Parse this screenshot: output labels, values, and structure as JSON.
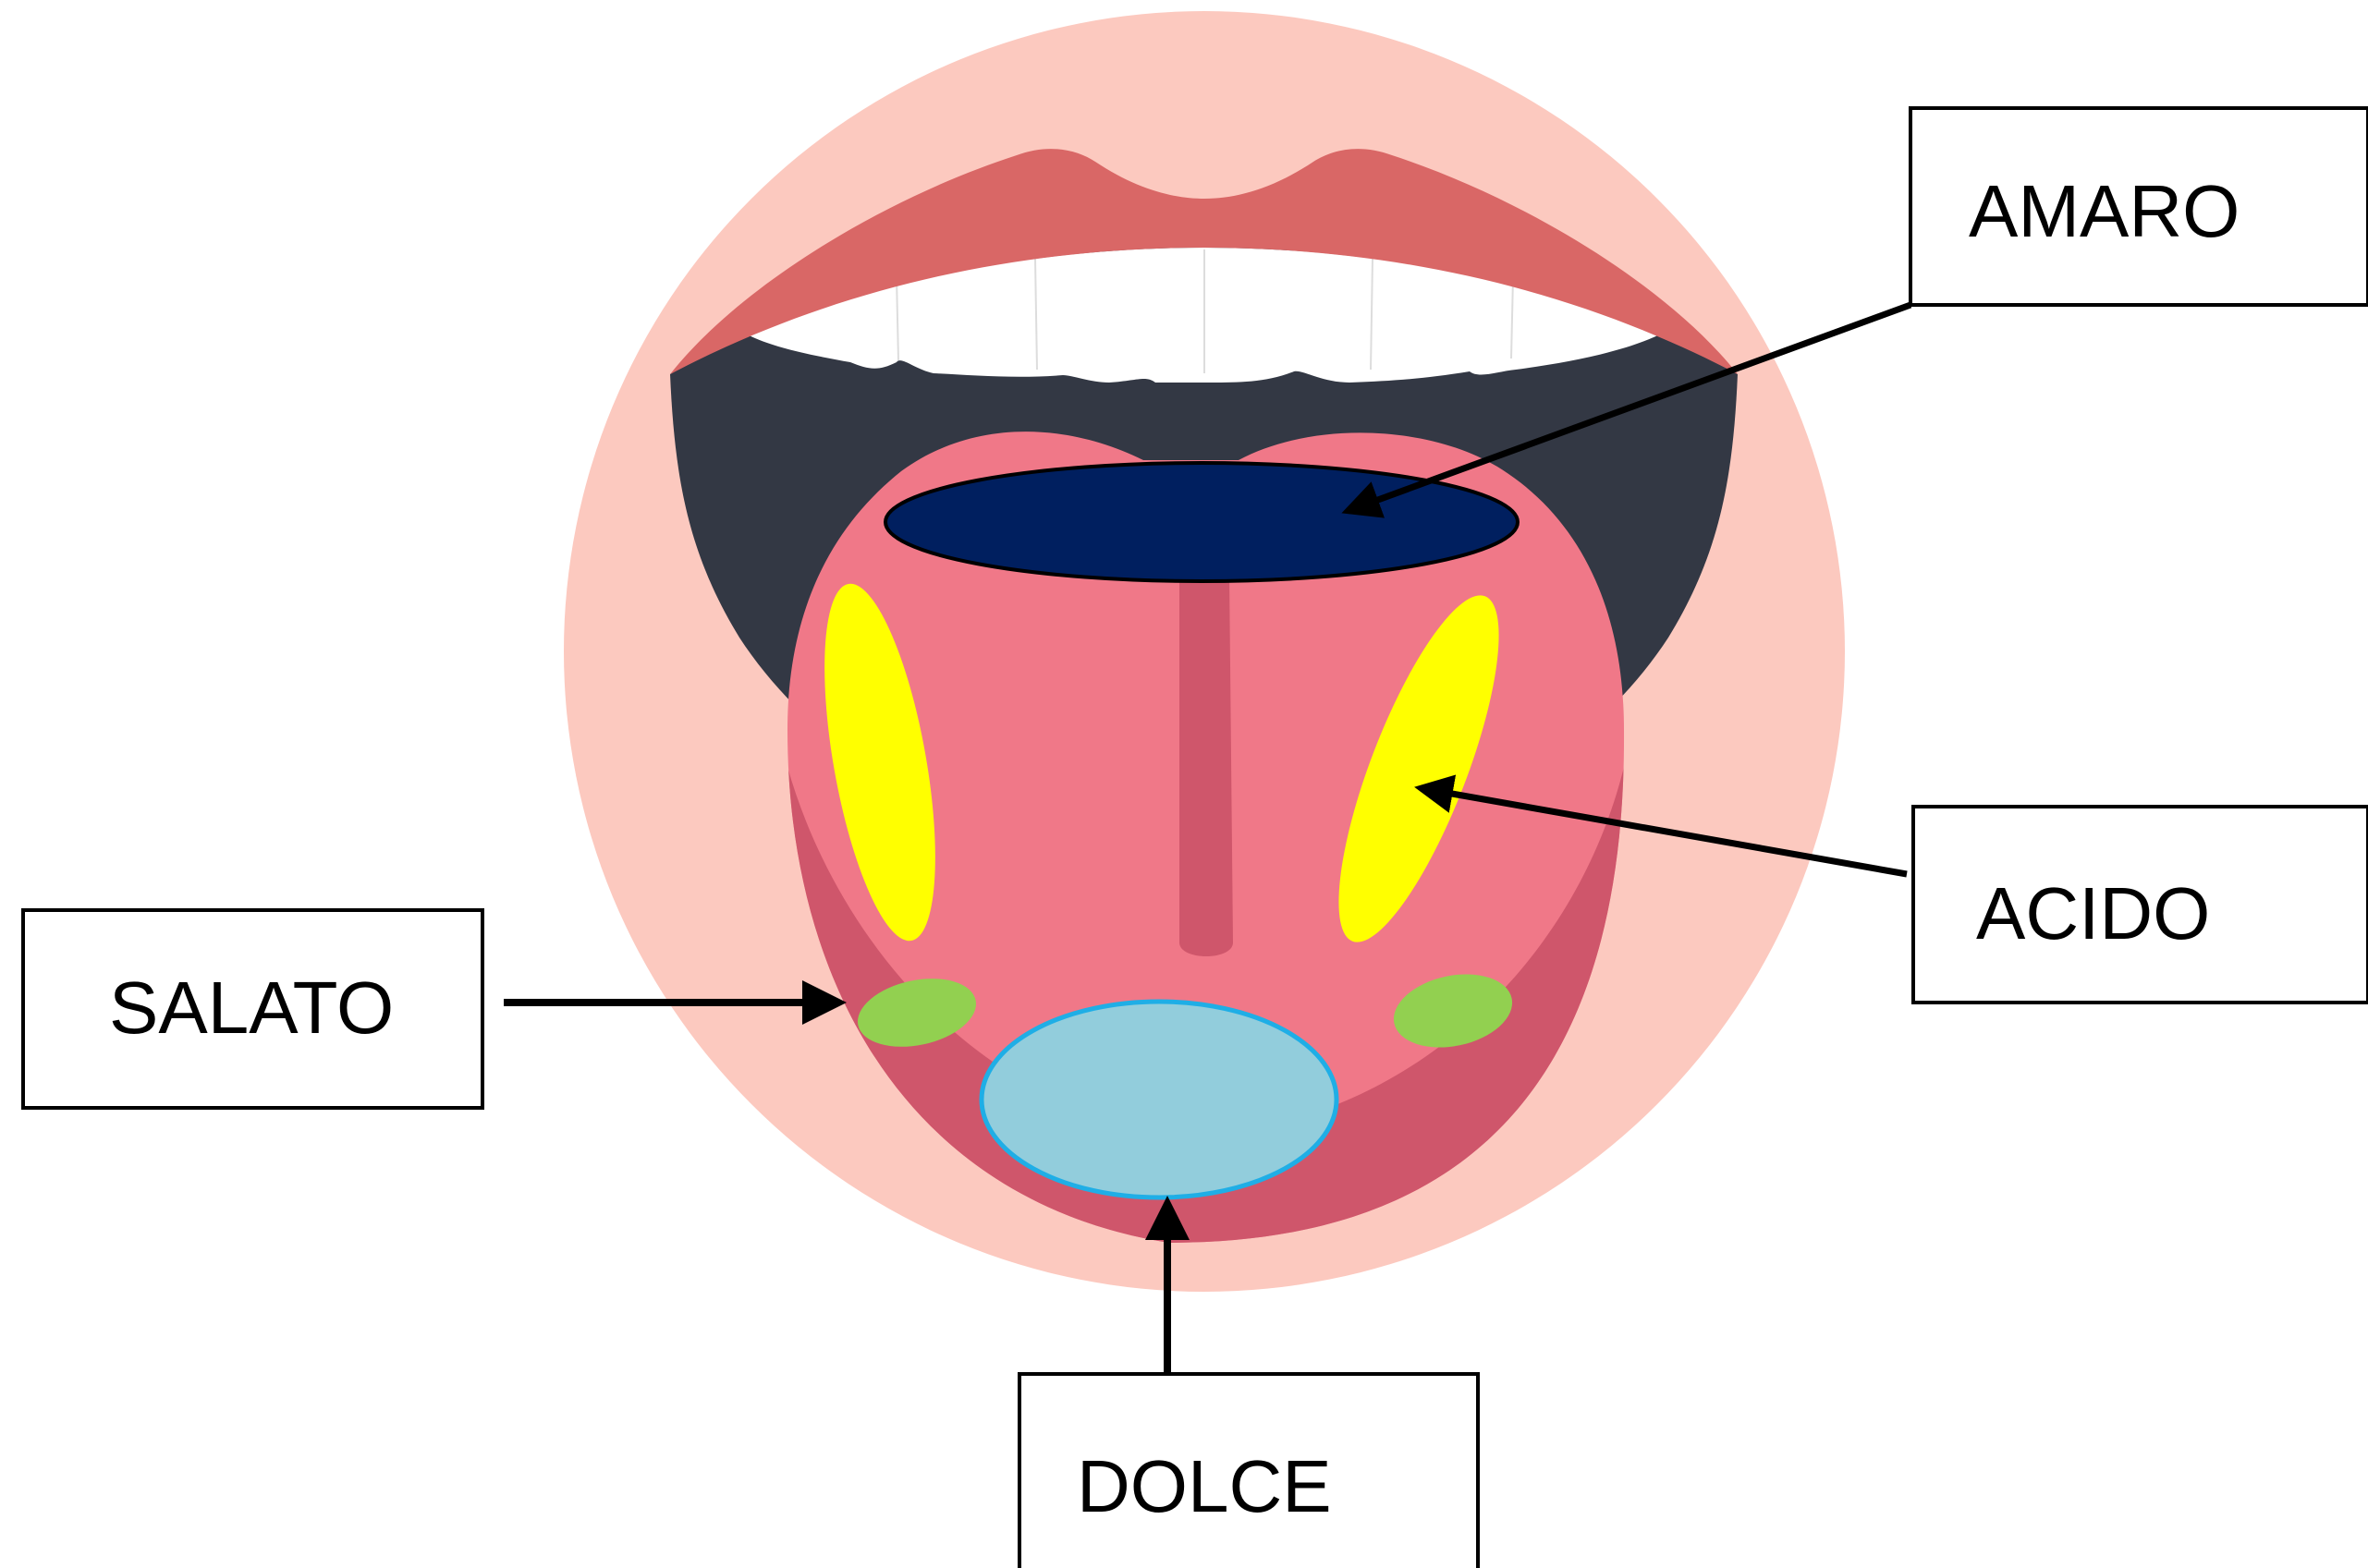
{
  "labels": {
    "amaro": "AMARO",
    "acido": "ACIDO",
    "salato": "SALATO",
    "dolce": "DOLCE"
  },
  "colors": {
    "face": "#fcc9bf",
    "lips": "#d96766",
    "mouth_interior": "#333844",
    "teeth": "#ffffff",
    "tongue": "#f07888",
    "tongue_shadow": "#cf566b",
    "bitter_zone": "#001f5f",
    "sour_zone": "#ffff00",
    "salty_zone": "#92d050",
    "sweet_zone": "#92cddc",
    "sweet_zone_border": "#1faee6",
    "arrow": "#000000"
  }
}
